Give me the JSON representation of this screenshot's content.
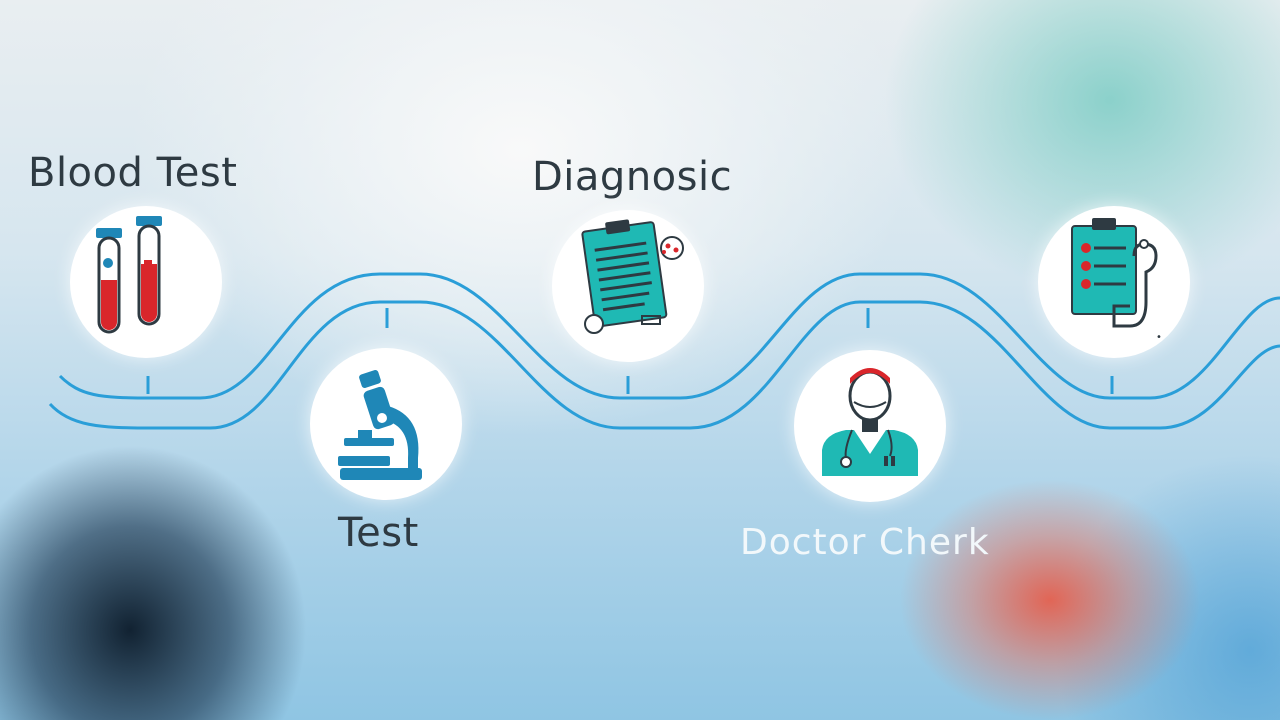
{
  "steps": [
    {
      "id": "blood-test",
      "label": "Blood Test",
      "icon": "test-tubes-icon"
    },
    {
      "id": "test",
      "label": "Test",
      "icon": "microscope-icon"
    },
    {
      "id": "diagnosic",
      "label": "Diagnosic",
      "icon": "clipboard-icon"
    },
    {
      "id": "doctor-cherk",
      "label": "Doctor Cherk",
      "icon": "doctor-icon"
    },
    {
      "id": "checkup",
      "label": "",
      "icon": "clipboard-stethoscope-icon"
    }
  ],
  "colors": {
    "track": "#2a9ed8",
    "accent": "#1fb9b4",
    "tube_blood": "#d9262b",
    "icon_blue": "#1f87b7",
    "label_dark": "#2e3a42",
    "label_light": "#f2f8fb"
  }
}
